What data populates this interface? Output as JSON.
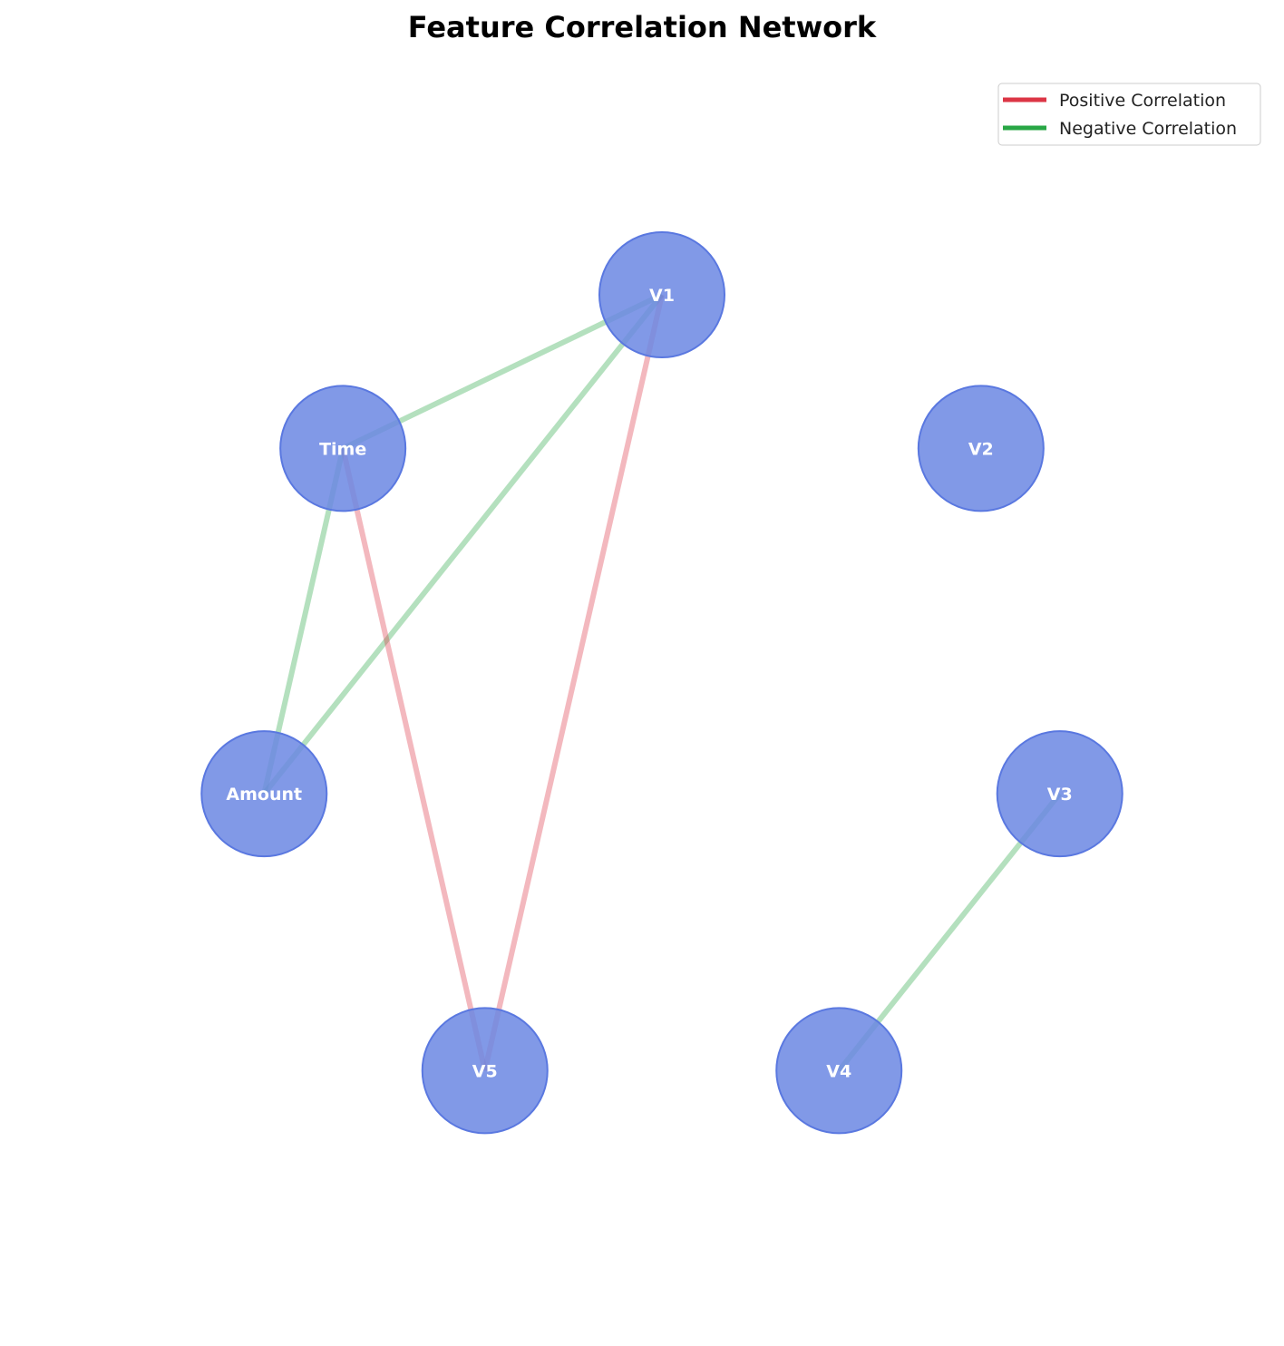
{
  "title": "Feature Correlation Network",
  "legend": {
    "items": [
      {
        "label": "Positive Correlation",
        "color": "#dc3545",
        "type": "positive"
      },
      {
        "label": "Negative Correlation",
        "color": "#28a745",
        "type": "negative"
      }
    ]
  },
  "colors": {
    "node_fill": "#6b87e3",
    "node_stroke": "#5a78e0",
    "positive_edge": "#dc3545",
    "negative_edge": "#28a745"
  },
  "nodes": [
    {
      "id": "Time",
      "label": "Time"
    },
    {
      "id": "V1",
      "label": "V1"
    },
    {
      "id": "V2",
      "label": "V2"
    },
    {
      "id": "V3",
      "label": "V3"
    },
    {
      "id": "V4",
      "label": "V4"
    },
    {
      "id": "V5",
      "label": "V5"
    },
    {
      "id": "Amount",
      "label": "Amount"
    }
  ],
  "edges": [
    {
      "source": "V1",
      "target": "Time",
      "sign": "negative"
    },
    {
      "source": "V1",
      "target": "Amount",
      "sign": "negative"
    },
    {
      "source": "V1",
      "target": "V5",
      "sign": "positive"
    },
    {
      "source": "Time",
      "target": "Amount",
      "sign": "negative"
    },
    {
      "source": "Time",
      "target": "V5",
      "sign": "positive"
    },
    {
      "source": "V3",
      "target": "V4",
      "sign": "negative"
    }
  ]
}
